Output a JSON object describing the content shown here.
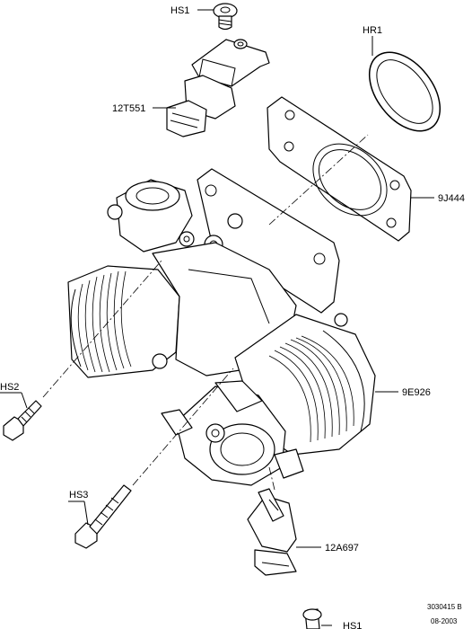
{
  "labels": {
    "hs1_top": "HS1",
    "hr1": "HR1",
    "p12t551": "12T551",
    "p9j444": "9J444",
    "hs2": "HS2",
    "p9e926": "9E926",
    "hs3": "HS3",
    "p12a697": "12A697",
    "hs1_bottom": "HS1"
  },
  "footer": {
    "drawing_number": "3030415 B",
    "date": "08-2003"
  }
}
